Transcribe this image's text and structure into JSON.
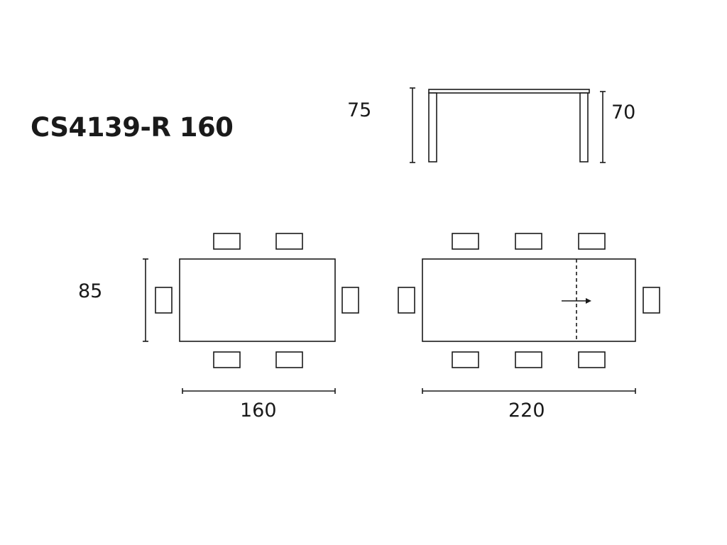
{
  "title": "CS4139-R 160",
  "dimensions": {
    "height_table": "75",
    "height_frame": "70",
    "depth": "85",
    "length_closed": "160",
    "length_extended": "220"
  }
}
